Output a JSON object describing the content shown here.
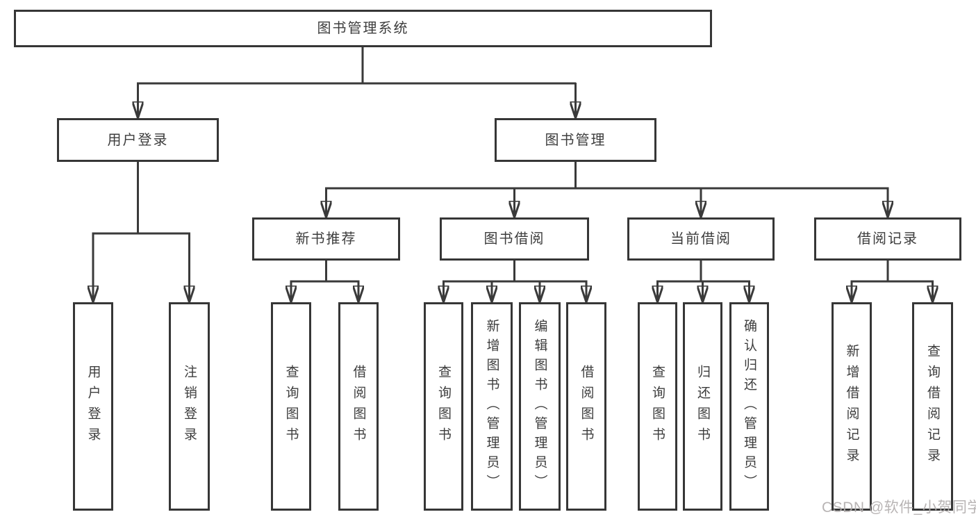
{
  "diagram": {
    "type": "hierarchy",
    "tree": {
      "label": "图书管理系统",
      "children": [
        {
          "label": "用户登录",
          "children": [
            {
              "label": "用户登录"
            },
            {
              "label": "注销登录"
            }
          ]
        },
        {
          "label": "图书管理",
          "children": [
            {
              "label": "新书推荐",
              "children": [
                {
                  "label": "查询图书"
                },
                {
                  "label": "借阅图书"
                }
              ]
            },
            {
              "label": "图书借阅",
              "children": [
                {
                  "label": "查询图书"
                },
                {
                  "label": "新增图书（管理员）"
                },
                {
                  "label": "编辑图书（管理员）"
                },
                {
                  "label": "借阅图书"
                }
              ]
            },
            {
              "label": "当前借阅",
              "children": [
                {
                  "label": "查询图书"
                },
                {
                  "label": "归还图书"
                },
                {
                  "label": "确认归还（管理员）"
                }
              ]
            },
            {
              "label": "借阅记录",
              "children": [
                {
                  "label": "新增借阅记录"
                },
                {
                  "label": "查询借阅记录"
                }
              ]
            }
          ]
        }
      ]
    },
    "colors": {
      "line": "#3a3a3a",
      "box_border": "#363636",
      "text": "#3d3d3d",
      "watermark": "#b2aeae",
      "background": "#ffffff"
    }
  },
  "watermark": {
    "text": "CSDN @软件_小贺同学"
  }
}
